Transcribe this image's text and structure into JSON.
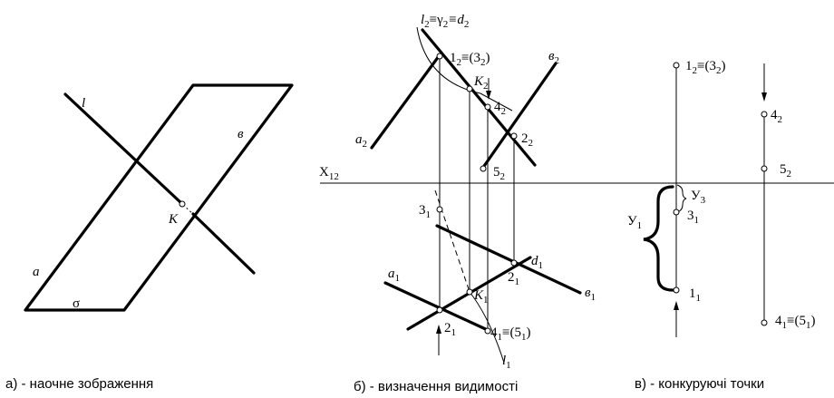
{
  "panel_a": {
    "line_l": "l",
    "line_v": "в",
    "line_a": "a",
    "plane": "σ",
    "point_k": "K",
    "caption": "а) - наочне зображення"
  },
  "panel_b": {
    "top_label_main": "l",
    "top_label_rest": "≡γ",
    "top_label_end": "≡d",
    "sub2": "2",
    "sub1": "1",
    "sub12": "12",
    "pt_12_3": "1",
    "pt_12_3_rest": "≡(3",
    "pt_12_3_close": ")",
    "k2": "K",
    "p4": "4",
    "p2": "2",
    "p5": "5",
    "v2": "в",
    "a2": "a",
    "x_axis": "X",
    "p3": "3",
    "a1": "a",
    "d1": "d",
    "v1": "в",
    "k1": "K",
    "p4_5": "4",
    "p4_5_rest": "≡(5",
    "p4_5_close": ")",
    "l1": "l",
    "caption": "б) - визначення видимості"
  },
  "panel_c": {
    "pt_1_3": "1",
    "pt_1_3_rest": "≡(3",
    "close": ")",
    "p4": "4",
    "p5": "5",
    "y3": "У",
    "y3_sub": "3",
    "y1": "У",
    "y1_sub": "1",
    "p3": "3",
    "p1": "1",
    "p4_5": "4",
    "p4_5_rest": "≡(5",
    "caption": "в) - конкуруючі точки"
  }
}
